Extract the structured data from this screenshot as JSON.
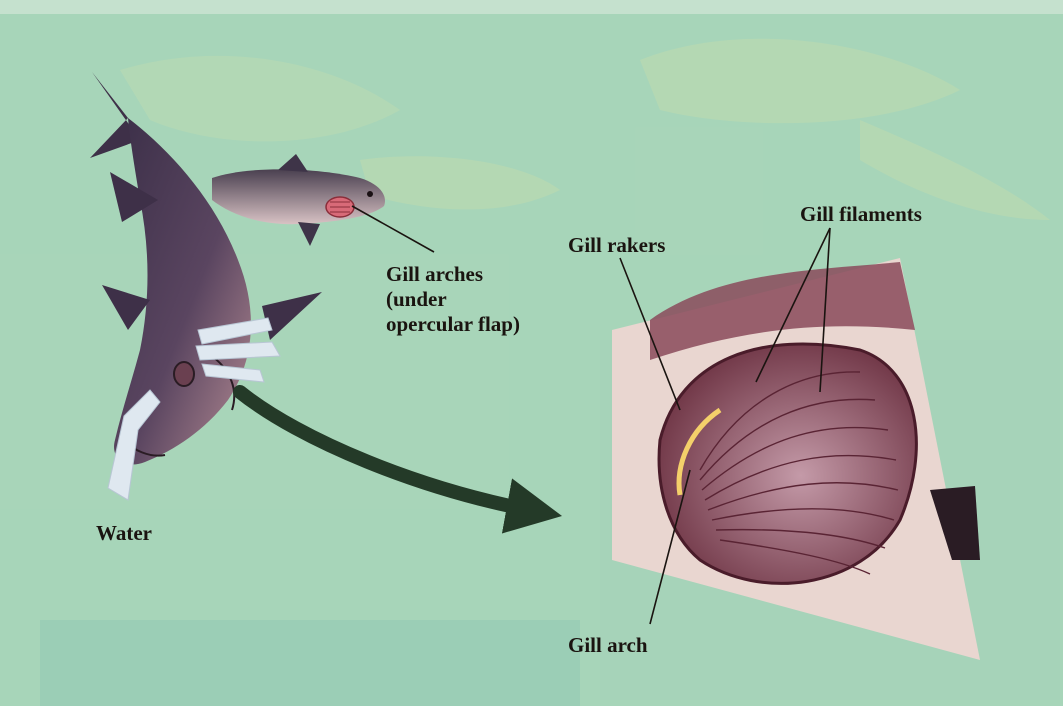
{
  "labels": {
    "water": "Water",
    "gill_arches": "Gill arches\n(under\nopercular flap)",
    "gill_rakers": "Gill rakers",
    "gill_filaments": "Gill filaments",
    "gill_arch": "Gill arch"
  },
  "colors": {
    "page_background": "#a9d6bb",
    "fish_body": "#4a3a52",
    "fish_belly": "#b08a90",
    "gill_tissue": "#7a3a4a",
    "arrow": "#243a28",
    "label_text": "#1a1410"
  }
}
